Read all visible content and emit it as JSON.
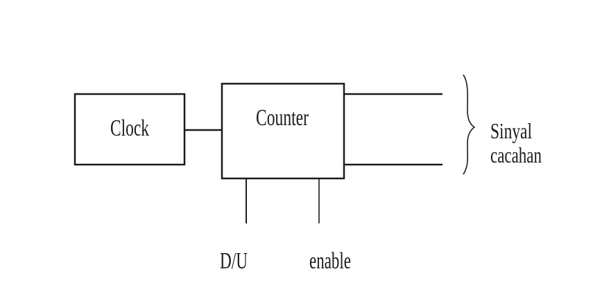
{
  "diagram": {
    "blocks": {
      "clock": "Clock",
      "counter": "Counter"
    },
    "inputs": {
      "direction": "D/U",
      "enable": "enable"
    },
    "output": {
      "line1": "Sinyal",
      "line2": "cacahan"
    },
    "colors": {
      "stroke": "#1a1a1a",
      "background": "#ffffff"
    }
  }
}
